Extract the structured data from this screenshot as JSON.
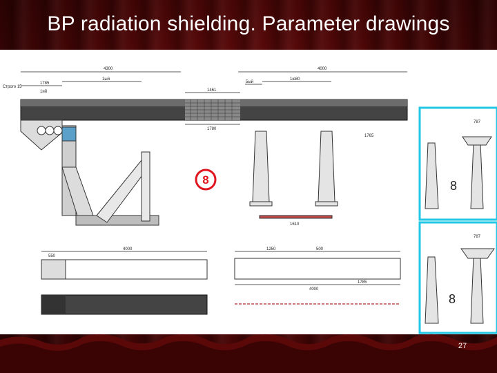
{
  "title": "BP radiation shielding. Parameter drawings",
  "slide_number": "27",
  "drawing": {
    "dimensions": {
      "top_left_total": "4300",
      "top_right_total": "4000",
      "left_side": "Строго 15",
      "left_a": "1785",
      "left_b": "1ый",
      "left_c": "1ий",
      "middle_top": "1461",
      "middle_bottom": "1780",
      "right_a": "5ый",
      "right_b": "1ю80",
      "right_c": "1765",
      "base_span": "1610",
      "side_top": "787",
      "side_bottom": "787",
      "mid_lower_left": "4000",
      "mid_lower_a": "550",
      "mid_lower_b": "1250",
      "mid_lower_c": "500",
      "mid_lower_d": "1785",
      "mid_lower_e": "4000"
    },
    "labels": {
      "marker_circle": "8",
      "side_marker_top": "8",
      "side_marker_bottom": "8"
    },
    "colors": {
      "marker_red": "#e0141e",
      "frame_cyan": "#20c8e6",
      "line_dark": "#222222",
      "section_gray": "#666666"
    }
  }
}
